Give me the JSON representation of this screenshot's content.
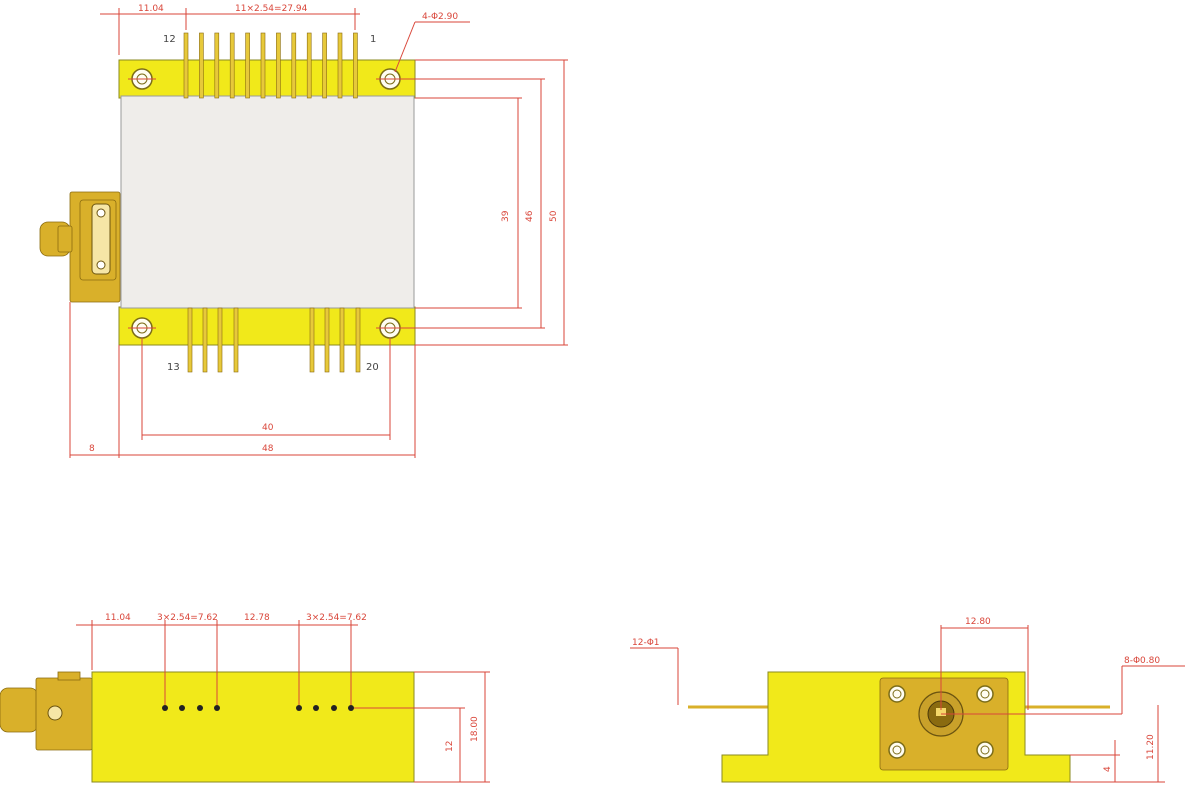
{
  "colors": {
    "body": "#f1e91a",
    "connector": "#d9b02a",
    "lid": "#efedea",
    "dimension": "#d9463a"
  },
  "top_view": {
    "dims": {
      "left_offset": "11.04",
      "pin_pitch_top": "11×2.54=27.94",
      "mount_holes": "4-Φ2.90",
      "height_inner": "39",
      "height_mid": "46",
      "height_outer": "50",
      "hole_spacing": "40",
      "body_width": "48",
      "connector_depth": "8"
    },
    "pin_labels": {
      "p12": "12",
      "p1": "1",
      "p13": "13",
      "p20": "20"
    }
  },
  "side_view": {
    "dims": {
      "left_offset": "11.04",
      "pitch_a": "3×2.54=7.62",
      "gap": "12.78",
      "pitch_b": "3×2.54=7.62",
      "height_small": "12",
      "height_total": "18.00"
    }
  },
  "end_view": {
    "dims": {
      "fiber_dia": "12-Φ1",
      "window_width": "12.80",
      "screw_holes": "8-Φ0.80",
      "height_lower": "4",
      "height_upper": "11.20"
    }
  }
}
